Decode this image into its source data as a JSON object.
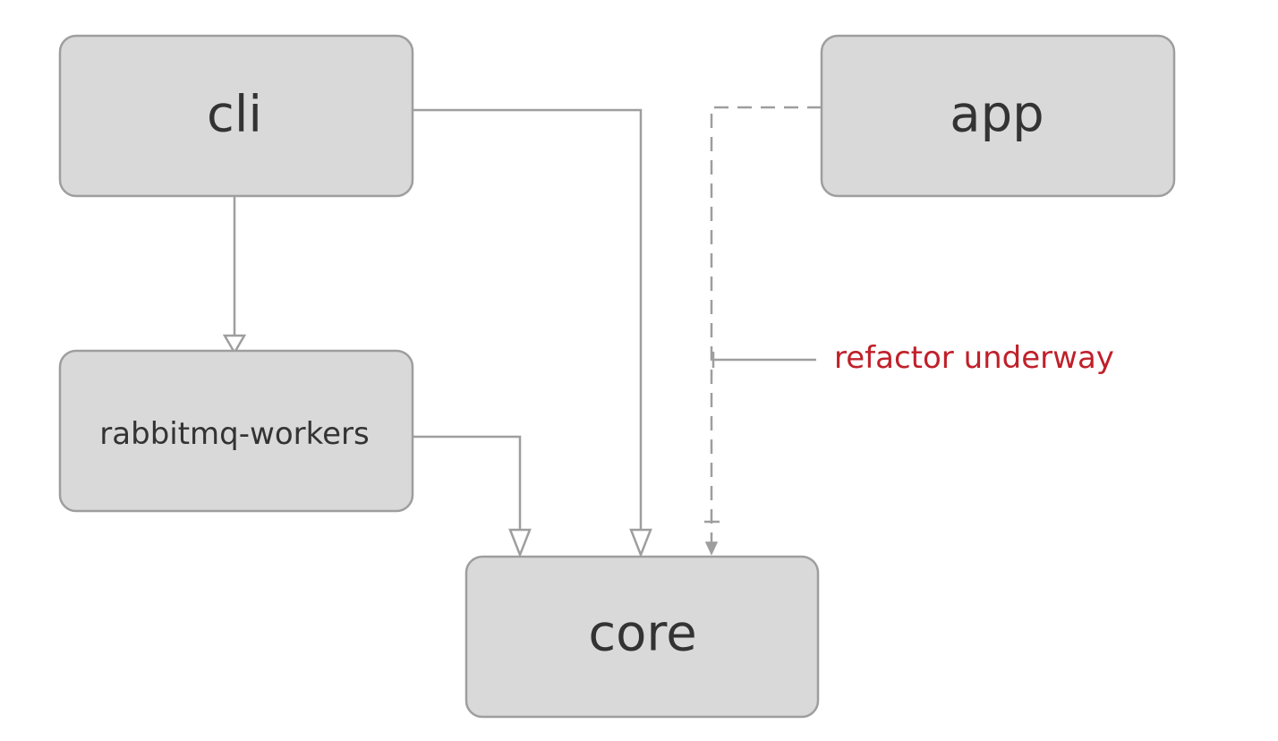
{
  "nodes": {
    "cli": {
      "label": "cli"
    },
    "app": {
      "label": "app"
    },
    "rabbitmq_workers": {
      "label": "rabbitmq-workers"
    },
    "core": {
      "label": "core"
    }
  },
  "edges": [
    {
      "from": "cli",
      "to": "rabbitmq-workers",
      "style": "solid"
    },
    {
      "from": "cli",
      "to": "core",
      "style": "solid"
    },
    {
      "from": "rabbitmq-workers",
      "to": "core",
      "style": "solid"
    },
    {
      "from": "app",
      "to": "core",
      "style": "dashed"
    }
  ],
  "annotation": {
    "text": "refactor underway",
    "color": "#c0202a"
  },
  "colors": {
    "node_fill": "#d9d9d9",
    "node_stroke": "#9e9e9e",
    "edge": "#9e9e9e",
    "text": "#333333"
  }
}
